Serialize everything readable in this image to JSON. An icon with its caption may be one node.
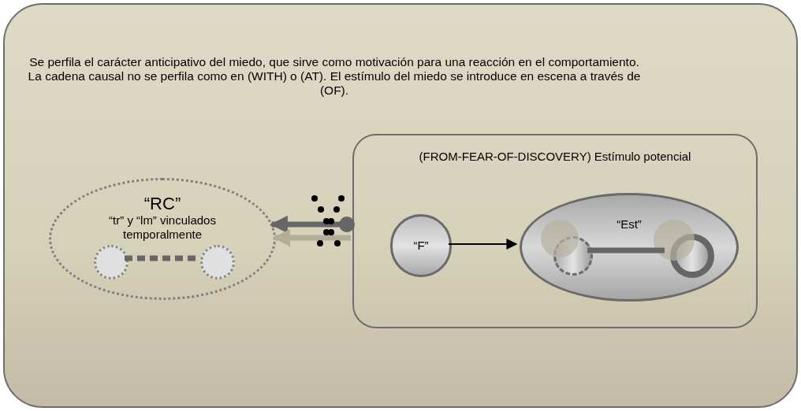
{
  "diagram": {
    "nodes": [
      {
        "text": [
          "Se perfila el carácter anticipativo del miedo, que sirve como motivación para una reacción en el comportamiento. La cadena causal no se perfila como en (WITH) o (AT). El estímulo del miedo se introduce en escena a través de (OF)."
        ]
      },
      {
        "text": [
          "“RC”",
          "“tr” y “lm” vinculados temporalmente"
        ],
        "in": 0
      },
      {
        "text": [],
        "shape": "circle",
        "in": 1
      },
      {
        "text": [],
        "shape": "circle",
        "in": 1
      },
      {
        "text": [
          "(FROM-FEAR-OF-DISCOVERY) Estímulo potencial"
        ],
        "in": 0
      },
      {
        "text": [
          "“F”"
        ],
        "in": 4
      },
      {
        "text": [
          "“Est”"
        ],
        "in": 4
      },
      {
        "text": [],
        "shape": "circle",
        "in": 6
      },
      {
        "text": [],
        "shape": "circle",
        "in": 6
      }
    ],
    "edges": [
      {
        "from": 2,
        "to": 3,
        "arrow": "none",
        "style": "dashed"
      },
      {
        "from": 4,
        "to": 1,
        "arrow": "to"
      },
      {
        "from": 4,
        "to": 1,
        "arrow": "to",
        "color": "#b3ac96"
      },
      {
        "from": 5,
        "to": 6,
        "arrow": "to",
        "color": "#000000"
      },
      {
        "from": 7,
        "to": 8,
        "arrow": "none"
      }
    ]
  }
}
